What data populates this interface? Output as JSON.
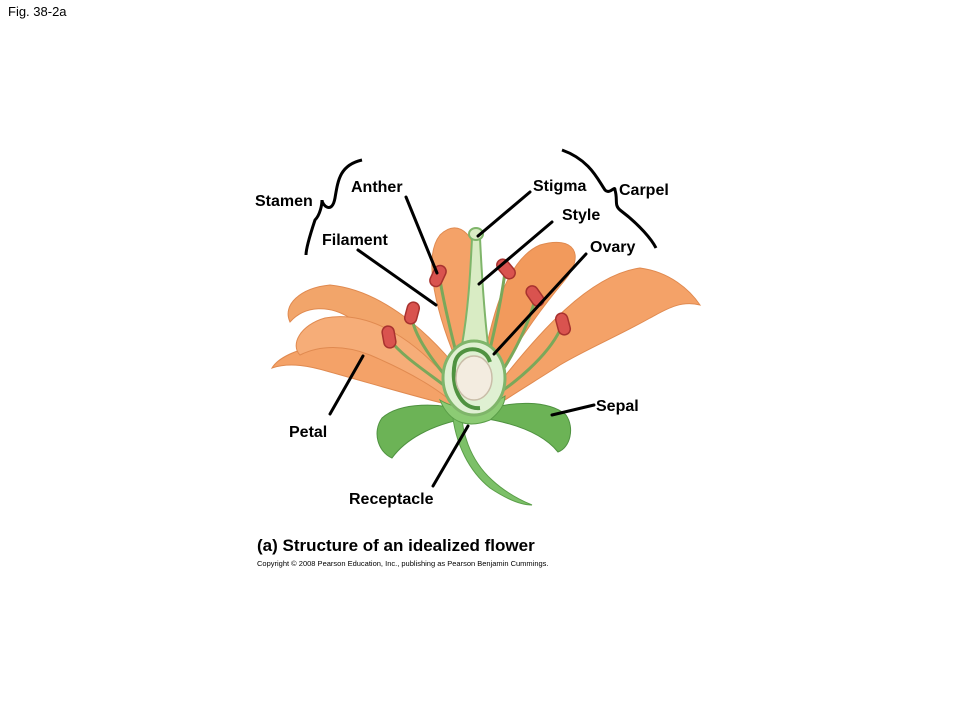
{
  "figure_label": "Fig. 38-2a",
  "labels": {
    "stamen": "Stamen",
    "anther": "Anther",
    "filament": "Filament",
    "stigma": "Stigma",
    "carpel": "Carpel",
    "style": "Style",
    "ovary": "Ovary",
    "petal": "Petal",
    "sepal": "Sepal",
    "receptacle": "Receptacle"
  },
  "caption": "(a) Structure of an idealized flower",
  "copyright": "Copyright © 2008 Pearson Education, Inc., publishing as Pearson Benjamin Cummings.",
  "colors": {
    "petal": "#f4a268",
    "petal_shade": "#e0844a",
    "sepal": "#6cb356",
    "stem": "#7cc068",
    "style": "#d9ecc4",
    "anther": "#d9534f",
    "filament": "#7aa85a"
  }
}
